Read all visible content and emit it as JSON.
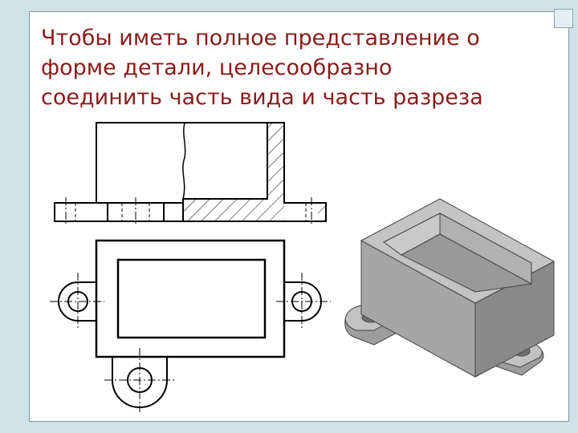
{
  "slide": {
    "title_lines": [
      "Чтобы иметь полное представление о",
      "форме детали, целесообразно",
      "соединить часть вида и часть разреза"
    ]
  },
  "colors": {
    "background": "#cfe3e8",
    "slide": "#ffffff",
    "title": "#8b1a1a",
    "line": "#000000",
    "model_light": "#b9b9b9",
    "model_mid": "#9d9d9d",
    "model_dark": "#6f6f6f"
  },
  "figures": {
    "front_view": "drawing-front-view-with-half-section",
    "top_view": "drawing-top-view",
    "model": "isometric-3d-model"
  }
}
